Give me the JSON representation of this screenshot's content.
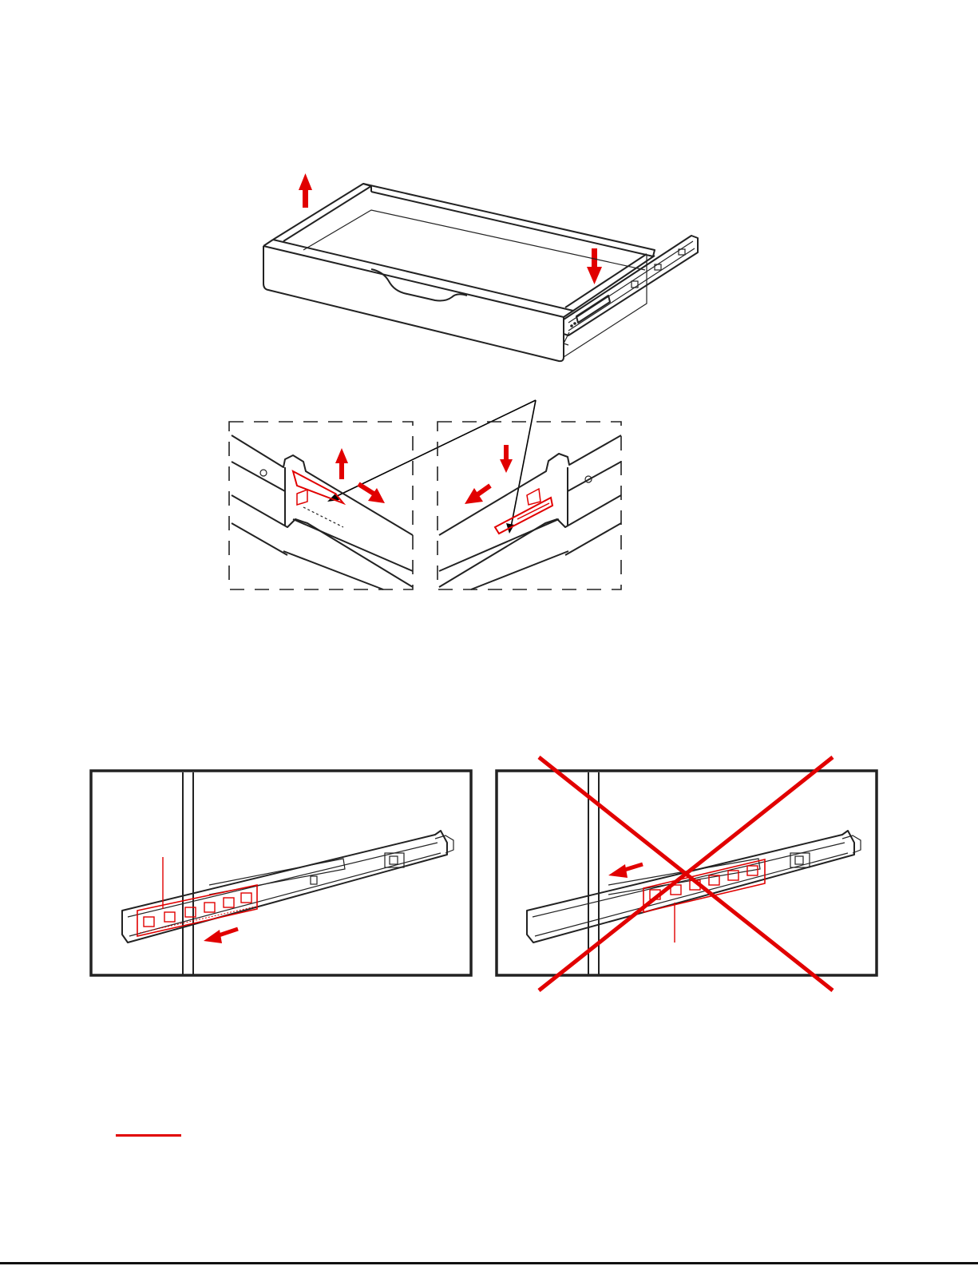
{
  "page": {
    "description_language": "none",
    "colors": {
      "line": "#222222",
      "accent": "#e10000",
      "background": "#ffffff"
    }
  },
  "figures": {
    "drawer_removal": {
      "arrows": [
        "arrow-up",
        "arrow-down"
      ]
    },
    "latch_detail": {
      "panels": 2,
      "arrows": [
        "arrow-up",
        "arrow-down-right",
        "arrow-down",
        "arrow-down-left"
      ]
    },
    "slide_correct": {
      "marker": "none",
      "arrow": "arrow-left"
    },
    "slide_incorrect": {
      "marker": "red-x",
      "arrow": "arrow-left"
    }
  }
}
